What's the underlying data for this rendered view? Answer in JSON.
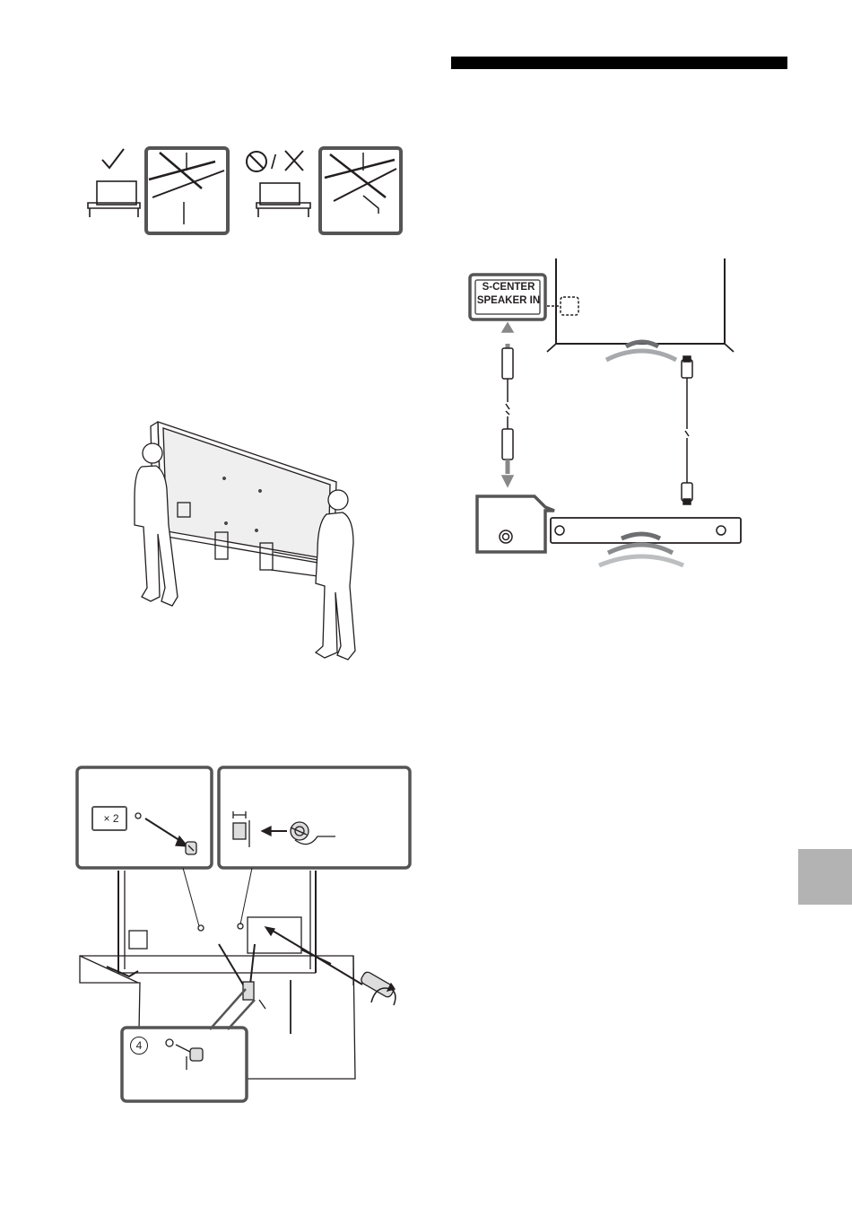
{
  "section": {
    "thumb_tab_color": "#b3b3b3",
    "rule_color": "#000000"
  },
  "stand_placement_figure": {
    "ok_symbol": "✓",
    "ng_symbol": "⊘/✕",
    "icons": [
      "check-icon",
      "prohibited-icon",
      "cross-icon"
    ]
  },
  "carry_figure": {
    "icons": [
      "two-people-carrying-tv"
    ]
  },
  "stand_mount_figure": {
    "screw_count_label": "× 2",
    "part_number_label": "4",
    "icons": [
      "screw-icon",
      "screwdriver-icon",
      "rotation-arrow-icon",
      "anchor-bracket-icon"
    ]
  },
  "speaker_connection_figure": {
    "port_label_line1": "S-CENTER",
    "port_label_line2": "SPEAKER IN",
    "icons": [
      "tv-icon",
      "sound-bar-icon",
      "stereo-mini-cable-icon",
      "hdmi-cable-icon",
      "sound-wave-icon",
      "jack-icon"
    ]
  }
}
